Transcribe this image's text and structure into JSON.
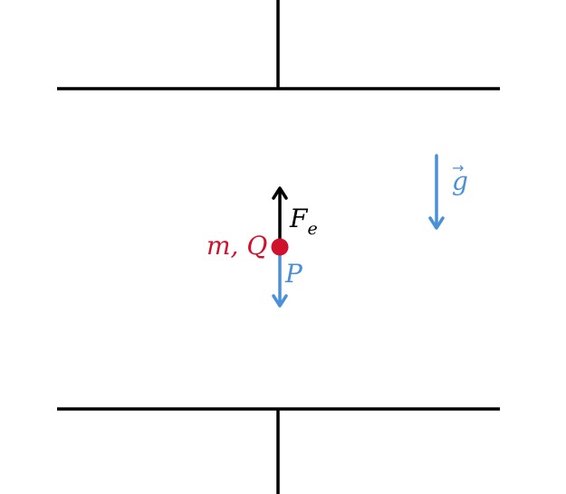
{
  "labels": {
    "electric_force": "F",
    "electric_force_sub": "e",
    "weight": "P",
    "gravity": "g",
    "gravity_vector_mark": "→",
    "particle": "m, Q"
  },
  "colors": {
    "plates": "#000000",
    "electric_force": "#000000",
    "weight": "#4a90d9",
    "gravity": "#4a90d9",
    "particle": "#d0112b"
  },
  "icons": {
    "particle": "filled-circle",
    "arrows": "line-arrow"
  }
}
